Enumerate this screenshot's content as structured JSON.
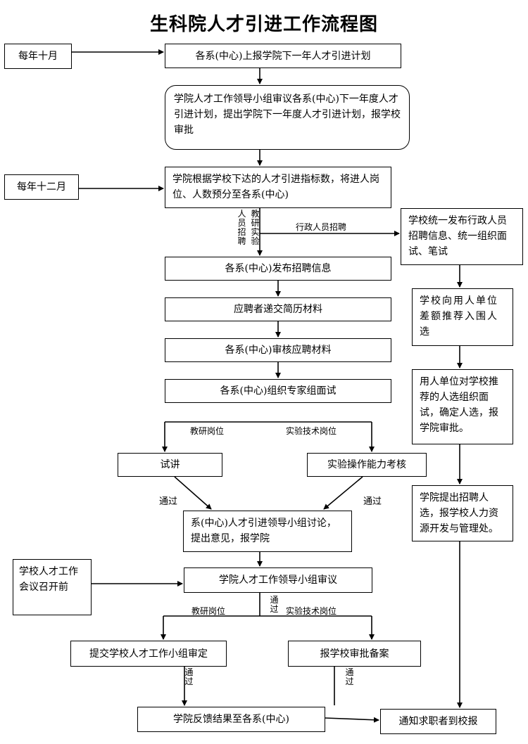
{
  "title": "生科院人才引进工作流程图",
  "side": {
    "oct": "每年十月",
    "dec": "每年十二月",
    "meeting": "学校人才工作会议召开前"
  },
  "steps": {
    "s1": "各系(中心)上报学院下一年人才引进计划",
    "s2": "学院人才工作领导小组审议各系(中心)下一年度人才引进计划，提出学院下一年度人才引进计划，报学校审批",
    "s3": "学院根据学校下达的人才引进指标数，将进人岗位、人数预分至各系(中心)",
    "s4": "各系(中心)发布招聘信息",
    "s5": "应聘者递交简历材料",
    "s6": "各系(中心)审核应聘材料",
    "s7": "各系(中心)组织专家组面试",
    "trial": "试讲",
    "lab_test": "实验操作能力考核",
    "s8": "系(中心)人才引进领导小组讨论，提出意见，报学院",
    "s9": "学院人才工作领导小组审议",
    "submit": "提交学校人才工作小组审定",
    "record": "报学校审批备案",
    "feedback": "学院反馈结果至各系(中心)",
    "notify": "通知求职者到校报"
  },
  "admin": {
    "a1": "学校统一发布行政人员招聘信息、统一组织面试、笔试",
    "a2": "学校向用人单位差额推荐入围人选",
    "a3": "用人单位对学校推荐的人选组织面试，确定人选，报学院审批。",
    "a4": "学院提出招聘人选，报学校人力资源开发与管理处。"
  },
  "labels": {
    "staff_recruit": "人员招聘",
    "teach_lab": "教研实验",
    "admin_recruit": "行政人员招聘",
    "teaching_post": "教研岗位",
    "lab_post": "实验技术岗位",
    "pass": "通过"
  }
}
